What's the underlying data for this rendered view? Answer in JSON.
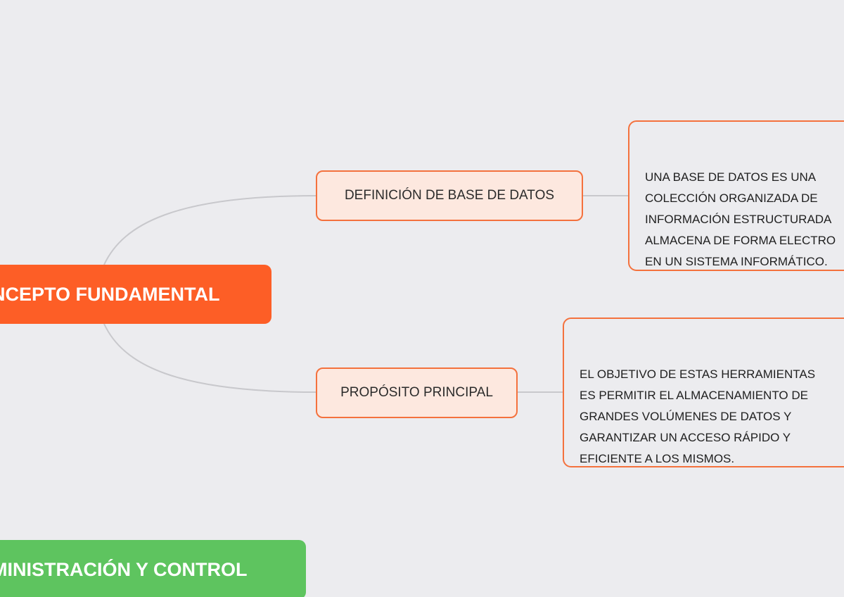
{
  "map": {
    "topic_concept": {
      "label": "NCEPTO FUNDAMENTAL"
    },
    "subtopic_definicion": {
      "label": "DEFINICIÓN DE BASE DE DATOS"
    },
    "note_definicion": {
      "text": "UNA BASE DE DATOS ES UNA\nCOLECCIÓN ORGANIZADA DE\nINFORMACIÓN ESTRUCTURADA\nALMACENA DE FORMA ELECTRO\nEN UN SISTEMA INFORMÁTICO."
    },
    "subtopic_proposito": {
      "label": "PROPÓSITO PRINCIPAL"
    },
    "note_proposito": {
      "text": "EL OBJETIVO DE ESTAS HERRAMIENTAS\nES PERMITIR EL ALMACENAMIENTO DE\nGRANDES VOLÚMENES DE DATOS Y\nGARANTIZAR UN ACCESO RÁPIDO Y\nEFICIENTE A LOS MISMOS."
    },
    "topic_admin": {
      "label": "MINISTRACIÓN Y CONTROL"
    }
  },
  "colors": {
    "background": "#ececef",
    "main_topic_orange": "#fd5e26",
    "main_topic_green": "#5ec45f",
    "subtopic_fill": "#fde8df",
    "subtopic_border": "#f4713d",
    "connector": "#c8c8cc"
  }
}
